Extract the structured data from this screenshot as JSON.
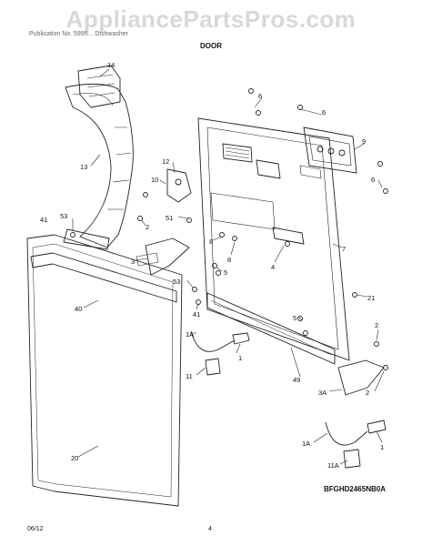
{
  "watermark": "AppliancePartsPros.com",
  "header": {
    "subtitle": "Publication No. 5995... Dishwasher",
    "section": "DOOR"
  },
  "callouts": {
    "c14": "14",
    "c6a": "6",
    "c6b": "6",
    "c9": "9",
    "c6c": "6",
    "c13": "13",
    "c12": "12",
    "c10": "10",
    "c51": "51",
    "c2a": "2",
    "c41a": "41",
    "c53a": "53",
    "c8a": "8",
    "c8b": "8",
    "c3": "3",
    "c4": "4",
    "c5a": "5",
    "c7": "7",
    "c53b": "53",
    "c41b": "41",
    "c40": "40",
    "c21": "21",
    "c5b": "5",
    "c1Aa": "1A",
    "c1a": "1",
    "c2b": "2",
    "c11": "11",
    "c49": "49",
    "c3A": "3A",
    "c2c": "2",
    "c20": "20",
    "c1Ab": "1A",
    "c1b": "1",
    "c11A": "11A"
  },
  "diagram_code": "BFGHD2465NB0A",
  "footer": {
    "date": "06/12",
    "page": "4"
  }
}
